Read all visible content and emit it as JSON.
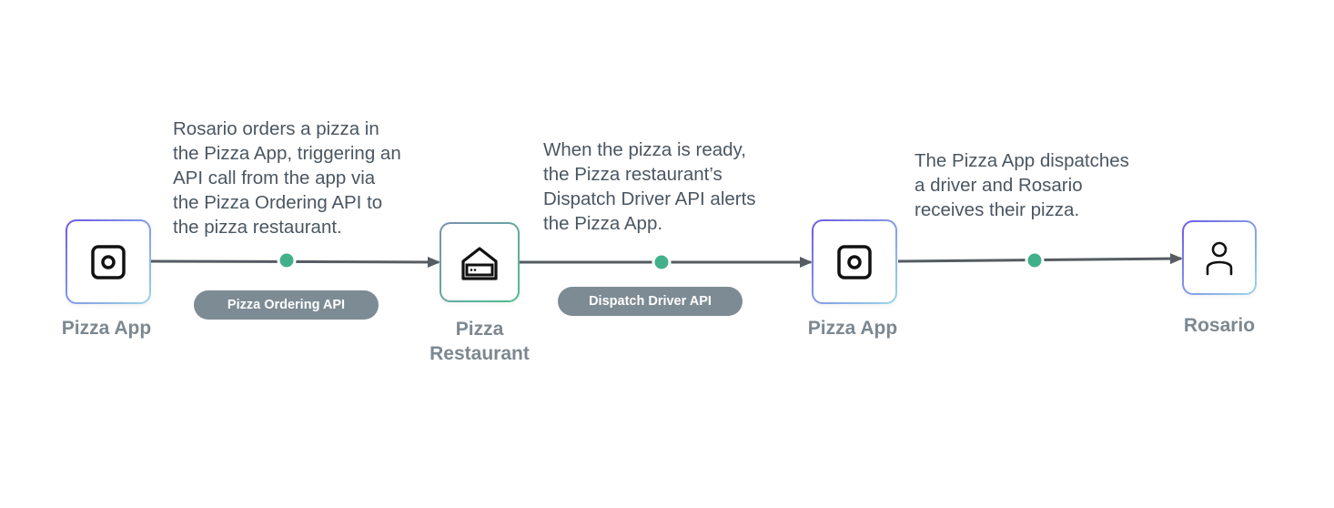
{
  "nodes": [
    {
      "label": "Pizza App",
      "icon": "app-icon"
    },
    {
      "label": "Pizza\nRestaurant",
      "icon": "restaurant-icon"
    },
    {
      "label": "Pizza App",
      "icon": "app-icon"
    },
    {
      "label": "Rosario",
      "icon": "person-icon"
    }
  ],
  "steps": [
    {
      "description": "Rosario orders a pizza in\nthe Pizza App, triggering an\nAPI call from the app via\nthe Pizza Ordering API  to\nthe pizza restaurant.",
      "api": "Pizza Ordering API"
    },
    {
      "description": "When the pizza is ready,\nthe Pizza restaurant’s\nDispatch Driver API alerts\nthe Pizza App.",
      "api": "Dispatch Driver API"
    },
    {
      "description": "The Pizza App dispatches\na driver and Rosario\nreceives their pizza.",
      "api": ""
    }
  ],
  "colors": {
    "connector": "#555c62",
    "dot": "#43b08c",
    "pill": "#7d8b94",
    "label": "#7c8891",
    "text": "#4a5661"
  }
}
